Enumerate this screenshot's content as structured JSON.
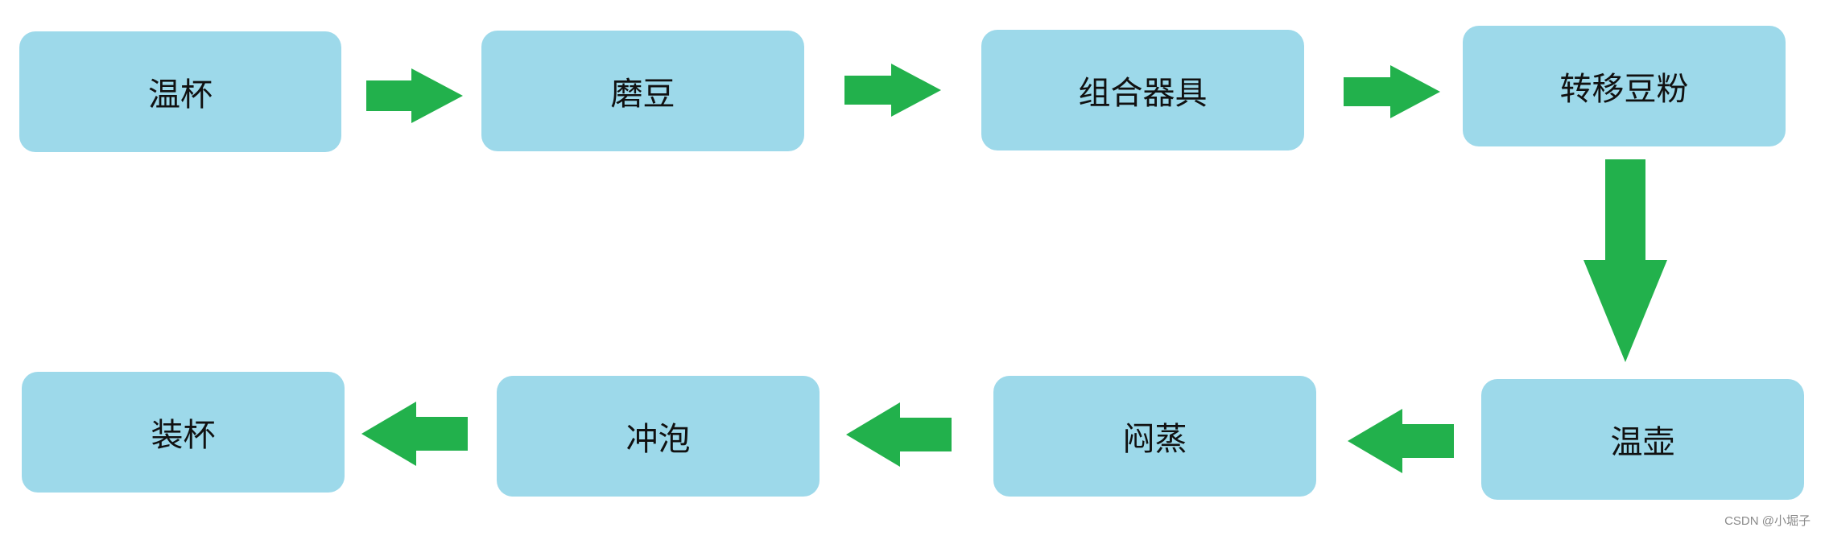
{
  "steps": {
    "s1": "温杯",
    "s2": "磨豆",
    "s3": "组合器具",
    "s4": "转移豆粉",
    "s5": "温壶",
    "s6": "闷蒸",
    "s7": "冲泡",
    "s8": "装杯"
  },
  "colors": {
    "box": "#9dd9ea",
    "arrow": "#22b14c"
  },
  "icons": {
    "arrow": "arrow-icon"
  },
  "watermark": "CSDN @小堀子"
}
